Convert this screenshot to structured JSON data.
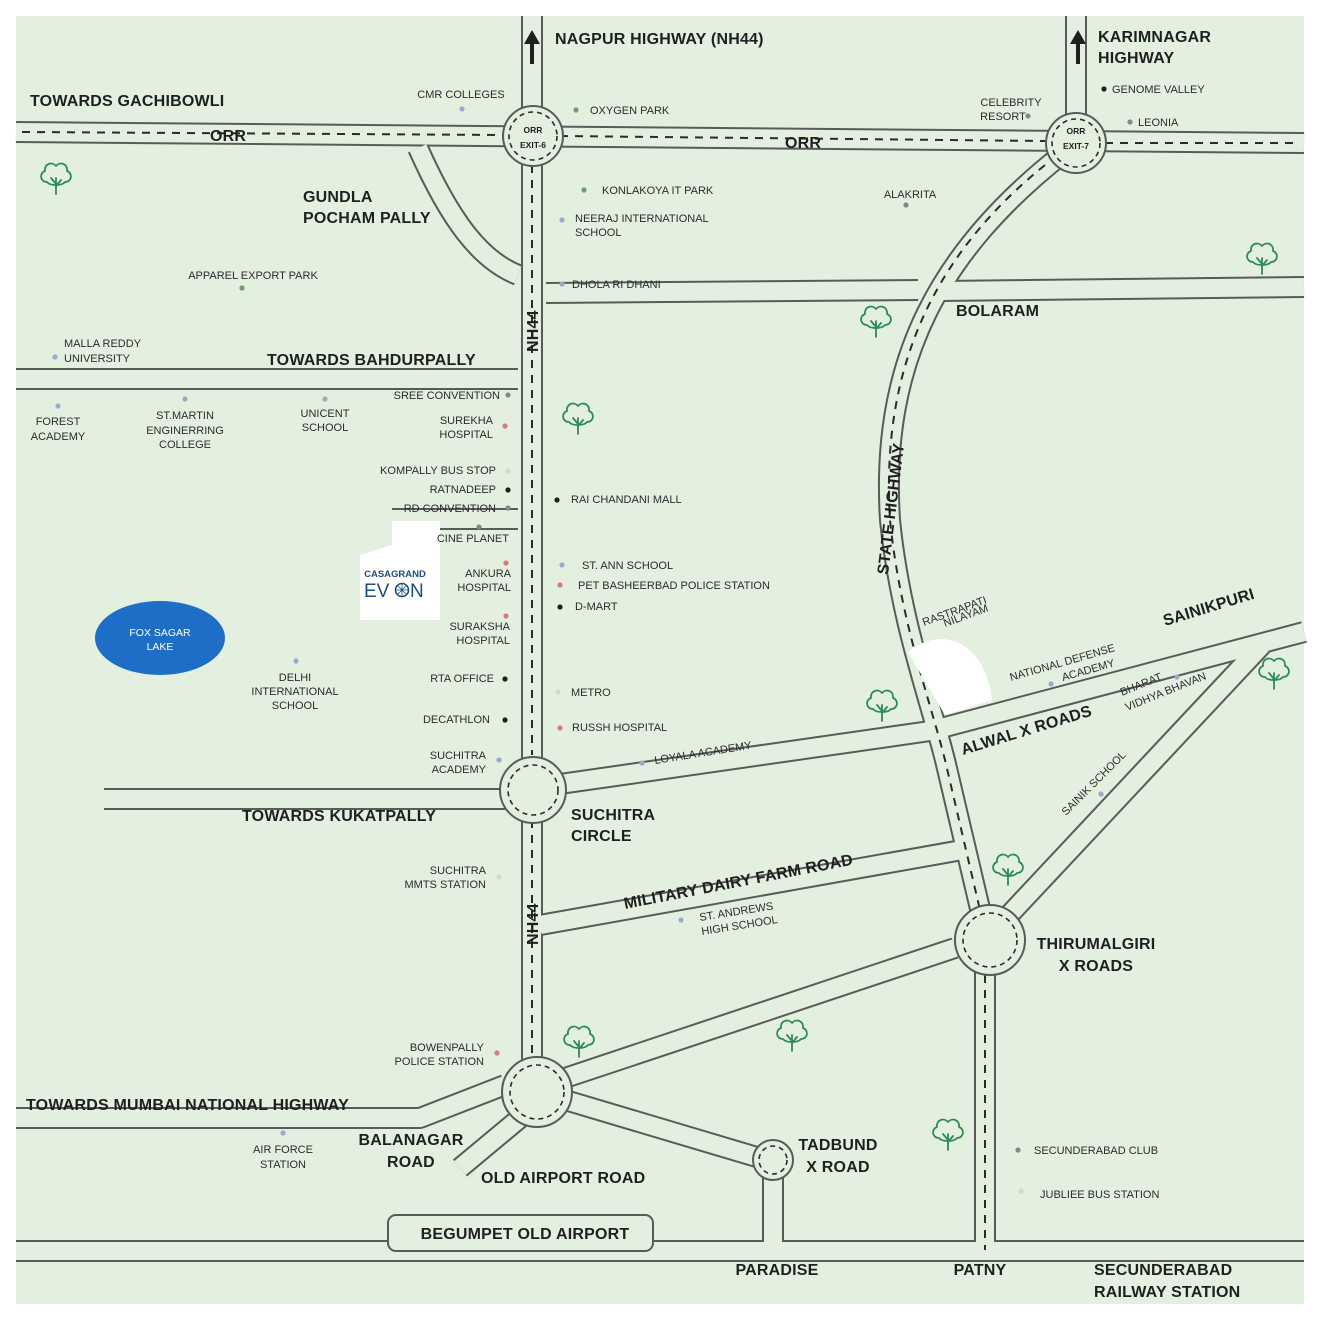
{
  "colors": {
    "land": "#e3f0e0",
    "road_outline": "#5a5a5a",
    "lake": "#1e6ec8",
    "brand": "#1f4e7a",
    "dot_grey": "#7a8a8e",
    "dot_blue": "#9aaacc",
    "dot_red": "#d77a7a",
    "dot_black": "#1f1f1f",
    "dot_green": "#6f9a6a",
    "tree": "#2e8a57"
  },
  "roads": {
    "nh44_top": "NAGPUR HIGHWAY (NH44)",
    "karimnagar": [
      "KARIMNAGAR",
      "HIGHWAY"
    ],
    "gachibowli": "TOWARDS GACHIBOWLI",
    "orr": "ORR",
    "nh44": "NH44",
    "bahdurpally": "TOWARDS BAHDURPALLY",
    "kukatpally": "TOWARDS KUKATPALLY",
    "mumbai_nh": "TOWARDS MUMBAI NATIONAL HIGHWAY",
    "state_highway": "STATE HIGHWAY",
    "military": "MILITARY DAIRY FARM ROAD",
    "old_airport_road": "OLD AIRPORT ROAD",
    "begumpet": "BEGUMPET OLD AIRPORT"
  },
  "junctions": {
    "orr_exit6": [
      "ORR",
      "EXIT-6"
    ],
    "orr_exit7": [
      "ORR",
      "EXIT-7"
    ],
    "suchitra_circle": [
      "SUCHITRA",
      "CIRCLE"
    ],
    "thirumalgiri": [
      "THIRUMALGIRI",
      "X ROADS"
    ],
    "balanagar": [
      "BALANAGAR",
      "ROAD"
    ],
    "tadbund": [
      "TADBUND",
      "X ROAD"
    ],
    "alwal": "ALWAL X ROADS"
  },
  "areas": {
    "gundla": [
      "GUNDLA",
      "POCHAM PALLY"
    ],
    "bolaram": "BOLARAM",
    "sainikpuri": "SAINIKPURI",
    "paradise": "PARADISE",
    "patny": "PATNY",
    "secunderabad_railway": [
      "SECUNDERABAD",
      "RAILWAY STATION"
    ]
  },
  "lake": [
    "FOX SAGAR",
    "LAKE"
  ],
  "project": {
    "brand_top": "CASAGRAND",
    "brand_main": "EV",
    "brand_end": "N"
  },
  "landmarks": {
    "cmr": "CMR COLLEGES",
    "oxygen": "OXYGEN PARK",
    "celebrity": [
      "CELEBRITY",
      "RESORT"
    ],
    "genome": "GENOME VALLEY",
    "leonia": "LEONIA",
    "konlakoya": "KONLAKOYA IT PARK",
    "neeraj": [
      "NEERAJ INTERNATIONAL",
      "SCHOOL"
    ],
    "alakrita": "ALAKRITA",
    "dhola": "DHOLA RI DHANI",
    "apparel": "APPAREL EXPORT PARK",
    "malla_reddy": [
      "MALLA REDDY",
      "UNIVERSITY"
    ],
    "forest": [
      "FOREST",
      "ACADEMY"
    ],
    "st_martin": [
      "ST.MARTIN",
      "ENGINERRING",
      "COLLEGE"
    ],
    "unicent": [
      "UNICENT",
      "SCHOOL"
    ],
    "sree_convention": "SREE CONVENTION",
    "surekha": [
      "SUREKHA",
      "HOSPITAL"
    ],
    "kompally_bus": "KOMPALLY BUS STOP",
    "ratnadeep": "RATNADEEP",
    "rd_convention": "RD CONVENTION",
    "cine_planet": "CINE PLANET",
    "ankura": [
      "ANKURA",
      "HOSPITAL"
    ],
    "suraksha": [
      "SURAKSHA",
      "HOSPITAL"
    ],
    "rta": "RTA OFFICE",
    "decathlon": "DECATHLON",
    "suchitra_academy": [
      "SUCHITRA",
      "ACADEMY"
    ],
    "delhi_school": [
      "DELHI",
      "INTERNATIONAL",
      "SCHOOL"
    ],
    "rai_chandani": "RAI CHANDANI MALL",
    "st_ann": "ST. ANN SCHOOL",
    "pet_basheerbad": "PET BASHEERBAD POLICE STATION",
    "dmart": "D-MART",
    "metro": "METRO",
    "russh": "RUSSH HOSPITAL",
    "loyala": "LOYALA ACADEMY",
    "suchitra_mmts": [
      "SUCHITRA",
      "MMTS STATION"
    ],
    "st_andrews": [
      "ST. ANDREWS",
      "HIGH SCHOOL"
    ],
    "bowenpally": [
      "BOWENPALLY",
      "POLICE STATION"
    ],
    "air_force": [
      "AIR FORCE",
      "STATION"
    ],
    "rastrapati": [
      "RASTRAPATI",
      "NILAYAM"
    ],
    "nda": [
      "NATIONAL DEFENSE",
      "ACADEMY"
    ],
    "bharat": [
      "BHARAT",
      "VIDHYA BHAVAN"
    ],
    "sainik_school": "SAINIK SCHOOL",
    "secunderabad_club": "SECUNDERABAD CLUB",
    "jubilee": "JUBLIEE BUS STATION"
  }
}
